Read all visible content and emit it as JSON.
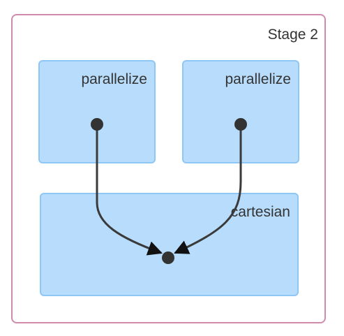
{
  "stage": {
    "label": "Stage 2",
    "border_color": "#d08aac"
  },
  "nodes": [
    {
      "id": "node-1",
      "label": "parallelize"
    },
    {
      "id": "node-2",
      "label": "parallelize"
    },
    {
      "id": "node-3",
      "label": "cartesian"
    }
  ],
  "edges": [
    {
      "from": "node-1",
      "to": "node-3"
    },
    {
      "from": "node-2",
      "to": "node-3"
    }
  ],
  "colors": {
    "node_fill": "#b8ddfc",
    "node_border": "#8ec6f5",
    "edge": "#333333"
  }
}
